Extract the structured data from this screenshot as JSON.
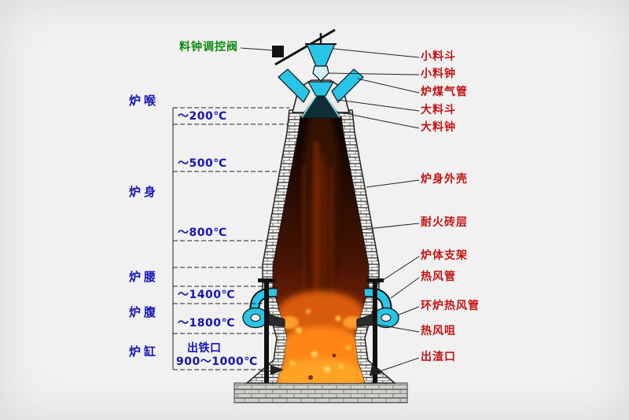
{
  "colors": {
    "background": "#f1f1f1",
    "zone_label_blue": "#1414b8",
    "part_label_red": "#c41212",
    "valve_label_green": "#0b8a0b",
    "pipe_cyan": "#29c5e6",
    "molten_orange": "#ff7d1a"
  },
  "top_label": "料钟调控阀",
  "zones": [
    {
      "label": "炉喉"
    },
    {
      "label": "炉身"
    },
    {
      "label": "炉腰"
    },
    {
      "label": "炉腹"
    },
    {
      "label": "炉缸"
    }
  ],
  "temps": [
    "～200℃",
    "～500℃",
    "～800℃",
    "～1400℃",
    "～1800℃"
  ],
  "tap": {
    "label": "出铁口",
    "temp": "900～1000℃"
  },
  "parts": [
    "小料斗",
    "小料钟",
    "炉煤气管",
    "大料斗",
    "大料钟",
    "炉身外壳",
    "耐火砖层",
    "炉体支架",
    "热风管",
    "环炉热风管",
    "热风咀",
    "出渣口"
  ]
}
